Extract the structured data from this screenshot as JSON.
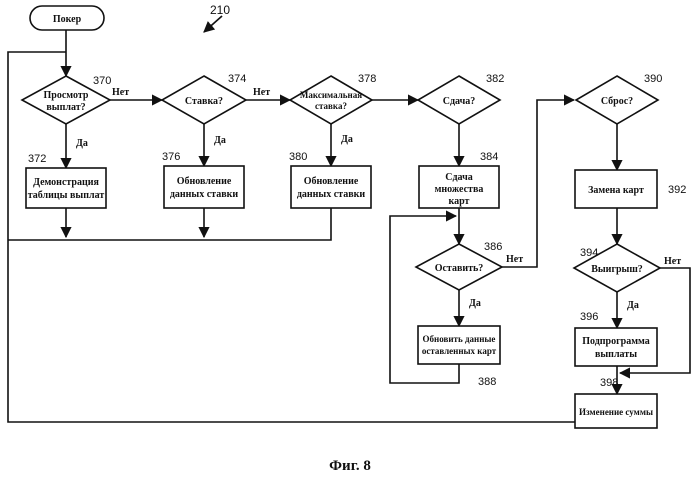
{
  "diagram_number": "210",
  "caption": "Фиг. 8",
  "nodes": {
    "start": {
      "label": "Покер"
    },
    "d370": {
      "ref": "370",
      "lines": [
        "Просмотр",
        "выплат?"
      ]
    },
    "d374": {
      "ref": "374",
      "lines": [
        "Ставка?"
      ]
    },
    "d378": {
      "ref": "378",
      "lines": [
        "Максимальная",
        "ставка?"
      ]
    },
    "d382": {
      "ref": "382",
      "lines": [
        "Сдача?"
      ]
    },
    "d390": {
      "ref": "390",
      "lines": [
        "Сброс?"
      ]
    },
    "b372": {
      "ref": "372",
      "lines": [
        "Демонстрация",
        "таблицы выплат"
      ]
    },
    "b376": {
      "ref": "376",
      "lines": [
        "Обновление",
        "данных ставки"
      ]
    },
    "b380": {
      "ref": "380",
      "lines": [
        "Обновление",
        "данных ставки"
      ]
    },
    "b384": {
      "ref": "384",
      "lines": [
        "Сдача",
        "множества",
        "карт"
      ]
    },
    "d386": {
      "ref": "386",
      "lines": [
        "Оставить?"
      ]
    },
    "b388": {
      "ref": "388",
      "lines": [
        "Обновить данные",
        "оставленных карт"
      ]
    },
    "b392": {
      "ref": "392",
      "lines": [
        "Замена карт"
      ]
    },
    "d394": {
      "ref": "394",
      "lines": [
        "Выигрыш?"
      ]
    },
    "b396": {
      "ref": "396",
      "lines": [
        "Подпрограмма",
        "выплаты"
      ]
    },
    "b398": {
      "ref": "398",
      "lines": [
        "Изменение суммы"
      ]
    }
  },
  "edge_labels": {
    "yes": "Да",
    "no": "Нет"
  }
}
